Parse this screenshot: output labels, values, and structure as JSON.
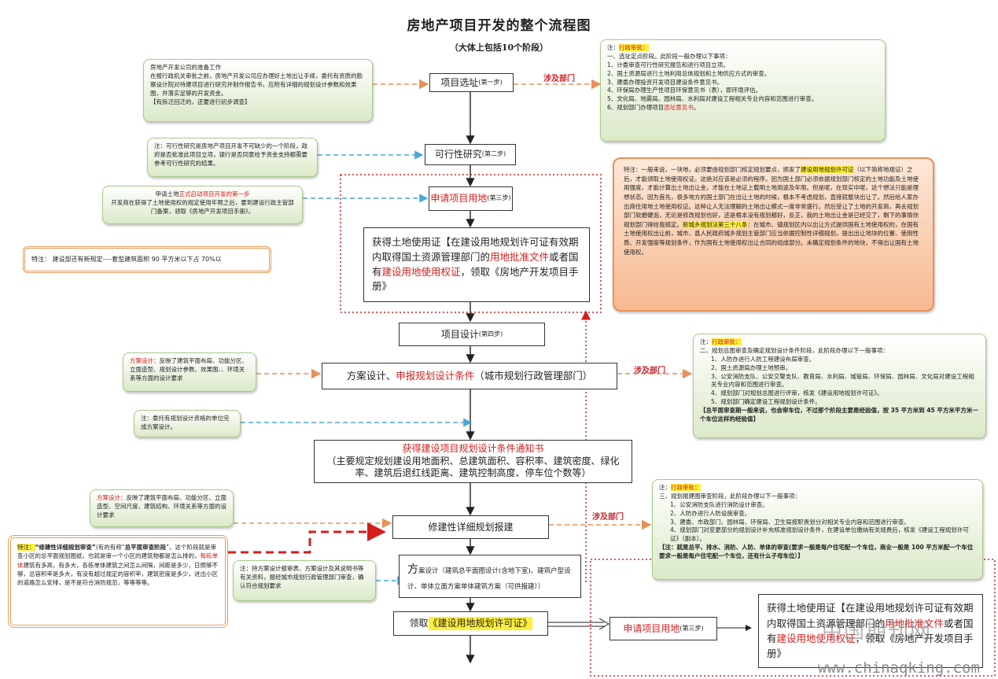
{
  "title": "房地产项目开发的整个流程图",
  "subtitle": "（大体上包括10个阶段）",
  "involved": "涉及部门",
  "steps": {
    "s1": {
      "main": "项目选址",
      "sub": "(第一步)"
    },
    "s2": {
      "main": "可行性研究",
      "sub": "(第二步)"
    },
    "s3": {
      "main": "申请项目用地",
      "sub": "(第三步)"
    },
    "land_cert": {
      "a": "获得土地使用证【在建设用地规划许可证有效期内取得国土资源管理部门的",
      "b": "用地批准文件",
      "c": "或者国有",
      "d": "建设用地使用权证",
      "e": "，领取《房地产开发项目手册》"
    },
    "s4": {
      "main": "项目设计",
      "sub": "(第四步)"
    },
    "scheme": {
      "a": "方案设计、",
      "b": "申报规划设计条件",
      "c": "（城市规划行政管理部门）"
    },
    "notice": {
      "title": "获得建设项目规划设计条件通知书",
      "body": "（主要规定规划建设用地面积、总建筑面积、容积率、建筑密度、绿化率、建筑后退红线距离、建筑控制高度、停车位个数等）"
    },
    "detail": "修建性详细规划报建",
    "scheme2": {
      "big": "方",
      "a": "案设计（建筑总平面图设计(含地下室)、建筑户型设计、单体立面方案单体建筑方案（可供报建））"
    },
    "permit": {
      "a": "领取",
      "b": "《建设用地规划许可证》"
    },
    "apply_land": {
      "main": "申请项目用地",
      "sub": "(第三步)"
    },
    "land_cert2": {
      "a": "获得土地使用证【在建设用地规划许可证有效期内取得国土资源管理部门的",
      "b": "用地批准文件",
      "c": "或者国有",
      "d": "建设用地使用权证",
      "e": "，领取《房地产开发项目手册》"
    }
  },
  "notes": {
    "prep": {
      "title": "房地产开发公司的准备工作",
      "body": "在报行政机关审批之前，房地产开发公司应办理好土地出让手续，委托有资质的勘察设计院对待建项目进行研究并制作报告书，应附有详细的规划设计参数和效果图，并落实足够的开发资金。",
      "end": "【有拆迁回迁的，还要进行初步调查】"
    },
    "feasibility": "注：可行性研究是房地产项目开发不可缺少的一个阶段，政府是否批准此项目立项，银行是否同意给予资金支持都需要参考可行性研究的结果。",
    "apply": {
      "a": "申请土地",
      "b": "正式启动项目开发的第一步",
      "c": "开发商在获得了土地使用权的规定使用年限之后，要到建设行政主管部门备案，领取《房地产开发项目手册》。"
    },
    "ministry": "特注：   建设部还有新规定----套型建筑面积 90 平方米以下占 70%以",
    "admin1": {
      "head": "注：",
      "tag": "行政审批：",
      "items": [
        "一、选址定点阶段。此阶段一般办理以下事项：",
        "1、计委审查可行性研究报告和进行项目立项。",
        "2、国土资源局进行土地利用总体规划和土地供应方式的审查。",
        "3、建委办理投资开发项目建设条件意见书。",
        "4、环保局办理生产性项目环保意见书（表），即环境评估。",
        "5、文化局、地震局、园林局、水利局对建设工程相关专业内容和范围进行审查。"
      ],
      "last_a": "6、规划部门办理项目",
      "last_b": "选址意见书",
      "last_c": "。"
    },
    "special": {
      "a": "特注：一般来说，一块地，必须要由规划部门核定规划要点，颁发了",
      "b": "建设用地规划许可证",
      "c": "（以下简称地规证）之后，才能领取土地使用权证。这绝对应该是必须的程序。因为国土部门必须依据规划部门核定的土地功能及土地使用强度，才能计算出土地出让金，才能在土地证上载明土地用途及年限。但是呢，在现实中呢，这个想法只能是理想状态。因为首先，很多地方的国土部门在出让土地的时候，根本不考虑规划，直接就整块出让了。然后给人家办出商住用地土地使用权证。这种让人无法理解的土地出让模式一度非常盛行。然后受让了土地的开发商，再去规划部门软磨硬泡，无论是修改规划也好，还是根本没有规划都好，反正，我的土地出让金是已经交了，剩下的事情你规划部门得给我搞定。",
      "d": "新城乡规划法第三十八条",
      "e": "：在城市、镇规划区内以出让方式提供国有土地使用权的，在国有土地使用权出让前，城市、县人民政府城乡规划主管部门应当依据控制性详细规划，提出出让地块的位置、使用性质、开发强度等规划条件，作为国有土地使用权出让合同的组成部分。未确定规划条件的地块，不得出让国有土地使用权。"
    },
    "design1": {
      "a": "方案设计：",
      "b": "反映了建筑平面布局、功能分区、立面造型、规划设计参数、效果图、、环境关系等方面的设计要求"
    },
    "entrust": "注：委托有规划设计资格的单位完成方案设计。",
    "admin2": {
      "head": "注：",
      "tag": "行政审批：",
      "items": [
        "二、规划总图审查及确定规划设计条件阶段，此阶段办理以下一般事项：",
        "1、人防办进行人防工程建设布局审查。",
        "2、国土资源局办理土地预审。",
        "3、公安消防支队、公安交警支队、教育局、水利局、城管局、环保局、园林局、文化局对建设工程相关专业内容和范围进行审查。",
        "4、规划部门对规划总图进行评审，核发《建设用地规划许可证》。",
        "5、规划部门确定建设工程规划设计条件。"
      ],
      "end": "【总平面审查期一般来说，也会审车位，不过那个阶段主要是经验值，按 35 平方米到 45 平方米平方米一个车位这样的经验值】"
    },
    "design2": {
      "a": "方案设计：",
      "b": "反映了建筑平面布局、功能分区、立面造型、空间尺度、建筑结构、环境关系等方面的设计要求"
    },
    "admin3": {
      "head": "注：",
      "tag": "行政审批：",
      "items": [
        "三、规划报建图审查阶段，此阶段办理以下一般事项：",
        "1、公安消防支队进行消防设计审查。",
        "2、人防办进行人防设施审查。",
        "3、建委、市政部门、园林局、环保局、卫生局按职责划分对相关专业内容和范围进行审查。",
        "4、规划部门对变更部分的规划设计补充核准规划设计条件，在建设单位缴纳有关规费后，核发《建设工程规划许可证》（副本）。"
      ],
      "end": "【注：就是总平、排水、消防、人防、单体的审查(要求一般是每户住宅配一个车位，商业一般是 100 平方米配一个车位要求一般是每户住宅配一个车位，还有什么子母车位）】"
    },
    "detail_note": {
      "a": "特注：",
      "b": "“修建性详细规划审查”",
      "c": "(有的有称“",
      "d": "总平面审查阶段",
      "e": "”。这个阶段就是审查小区的总平面规划图纸，也就是审一个小区的建筑物都是怎么排的，",
      "f": "每栋单体",
      "g": "建筑有多高，有多大，各栋单体建筑之间怎么间隔，间距是多少，日照够不够，总容积率是多大，有没有超过规定的容积率，建筑密度是多少，进出小区的道路怎么安排，是不是符合消防规范，等等等等。"
    },
    "report": "注：持方案设计报审表、方案设计及其说明书等有关资料，报经城市规划行政管理部门审查，确认符合规划要求"
  },
  "watermark": {
    "cn": "中国期刊网",
    "url": "www.chinaqking.com"
  }
}
